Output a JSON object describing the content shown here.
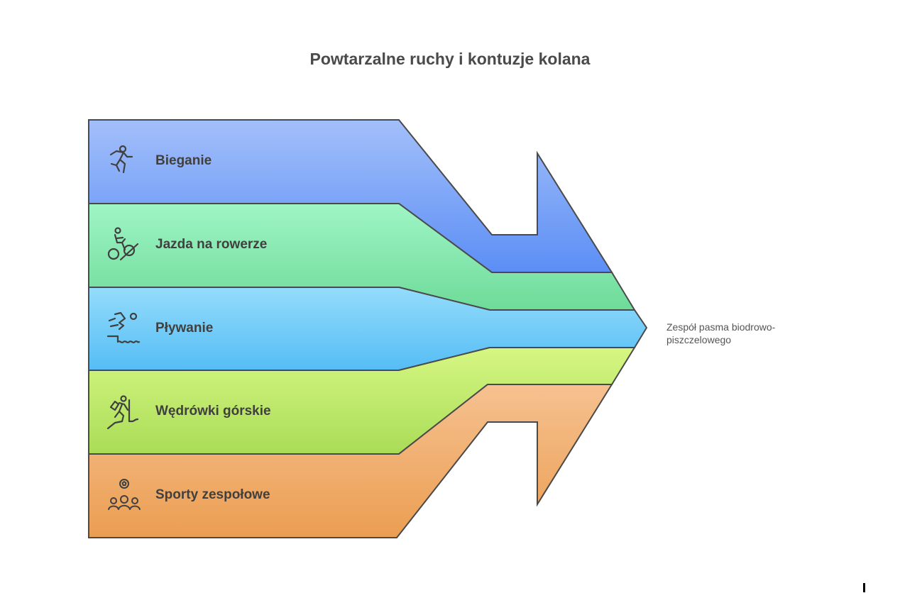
{
  "title": "Powtarzalne ruchy i kontuzje kolana",
  "bands": [
    {
      "label": "Bieganie",
      "icon": "running-person-icon",
      "color_top": "#a3bffa",
      "color_bottom": "#5b8ef5"
    },
    {
      "label": "Jazda na rowerze",
      "icon": "cyclist-icon",
      "color_top": "#9ff5c5",
      "color_bottom": "#6edb99"
    },
    {
      "label": "Pływanie",
      "icon": "swimmer-diving-icon",
      "color_top": "#94dcfb",
      "color_bottom": "#55bdf5"
    },
    {
      "label": "Wędrówki górskie",
      "icon": "hiker-icon",
      "color_top": "#d6f783",
      "color_bottom": "#a9dc57"
    },
    {
      "label": "Sporty zespołowe",
      "icon": "team-sports-icon",
      "color_top": "#f6c190",
      "color_bottom": "#eb9e52"
    }
  ],
  "outcome": {
    "line1": "Zespół pasma biodrowo-",
    "line2": "piszczelowego"
  },
  "stroke_color": "#4a4a4a"
}
